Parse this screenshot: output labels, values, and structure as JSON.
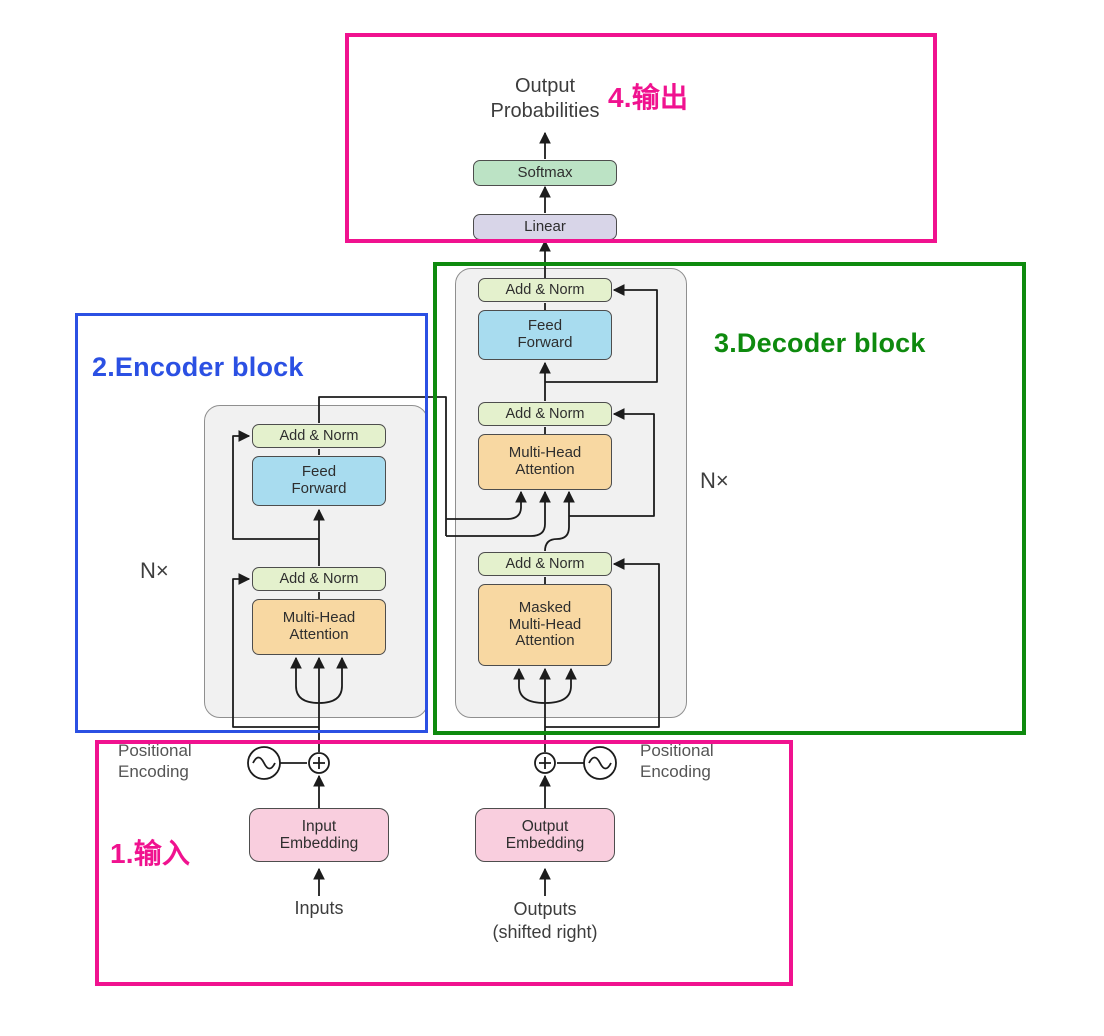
{
  "annotations": {
    "input": {
      "label": "1.输入",
      "color": "#f0128f"
    },
    "encoder": {
      "label": "2.Encoder block",
      "color": "#2b50e3"
    },
    "decoder": {
      "label": "3.Decoder block",
      "color": "#0e8a0e"
    },
    "output": {
      "label": "4.输出",
      "color": "#f0128f"
    }
  },
  "diagram": {
    "output_probabilities": "Output\nProbabilities",
    "softmax": "Softmax",
    "linear": "Linear",
    "add_norm": "Add & Norm",
    "feed_forward": "Feed\nForward",
    "multi_head_attention": "Multi-Head\nAttention",
    "masked_multi_head_attention": "Masked\nMulti-Head\nAttention",
    "n_times": "N×",
    "positional_encoding": "Positional\nEncoding",
    "input_embedding": "Input\nEmbedding",
    "output_embedding": "Output\nEmbedding",
    "inputs": "Inputs",
    "outputs": "Outputs\n(shifted right)"
  },
  "colors": {
    "annotation_magenta": "#f0128f",
    "annotation_blue": "#2b50e3",
    "annotation_green": "#0e8a0e",
    "box_add_norm": "#e4f1cd",
    "box_feed_forward": "#a8dcef",
    "box_attention": "#f8d8a2",
    "box_softmax": "#bce3c5",
    "box_linear": "#d8d5e8",
    "box_embedding": "#f9cede",
    "container_gray": "#f1f1f1"
  }
}
